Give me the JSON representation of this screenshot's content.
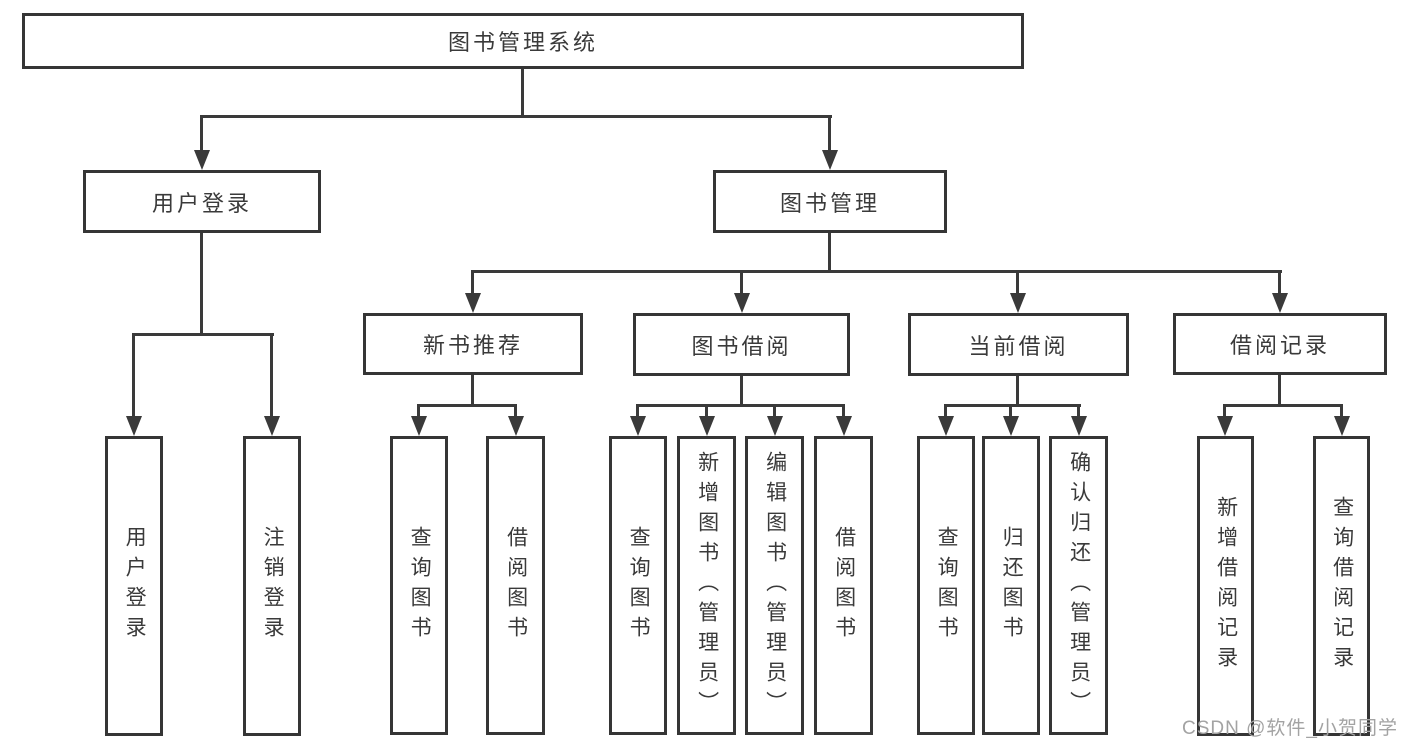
{
  "tree": {
    "root": "图书管理系统",
    "level2": [
      {
        "label": "用户登录"
      },
      {
        "label": "图书管理"
      }
    ],
    "level3": [
      {
        "label": "新书推荐"
      },
      {
        "label": "图书借阅"
      },
      {
        "label": "当前借阅"
      },
      {
        "label": "借阅记录"
      }
    ],
    "leaves": {
      "user_login": [
        "用户登录",
        "注销登录"
      ],
      "new_book_rec": [
        "查询图书",
        "借阅图书"
      ],
      "book_borrow": [
        "查询图书",
        "新增图书（管理员）",
        "编辑图书（管理员）",
        "借阅图书"
      ],
      "current_borrow": [
        "查询图书",
        "归还图书",
        "确认归还（管理员）"
      ],
      "borrow_records": [
        "新增借阅记录",
        "查询借阅记录"
      ]
    }
  },
  "watermark": "CSDN @软件_小贺同学",
  "colors": {
    "line": "#3a3a3a",
    "text": "#3a3a3a",
    "watermark": "#a3a3a3",
    "background": "#ffffff"
  }
}
